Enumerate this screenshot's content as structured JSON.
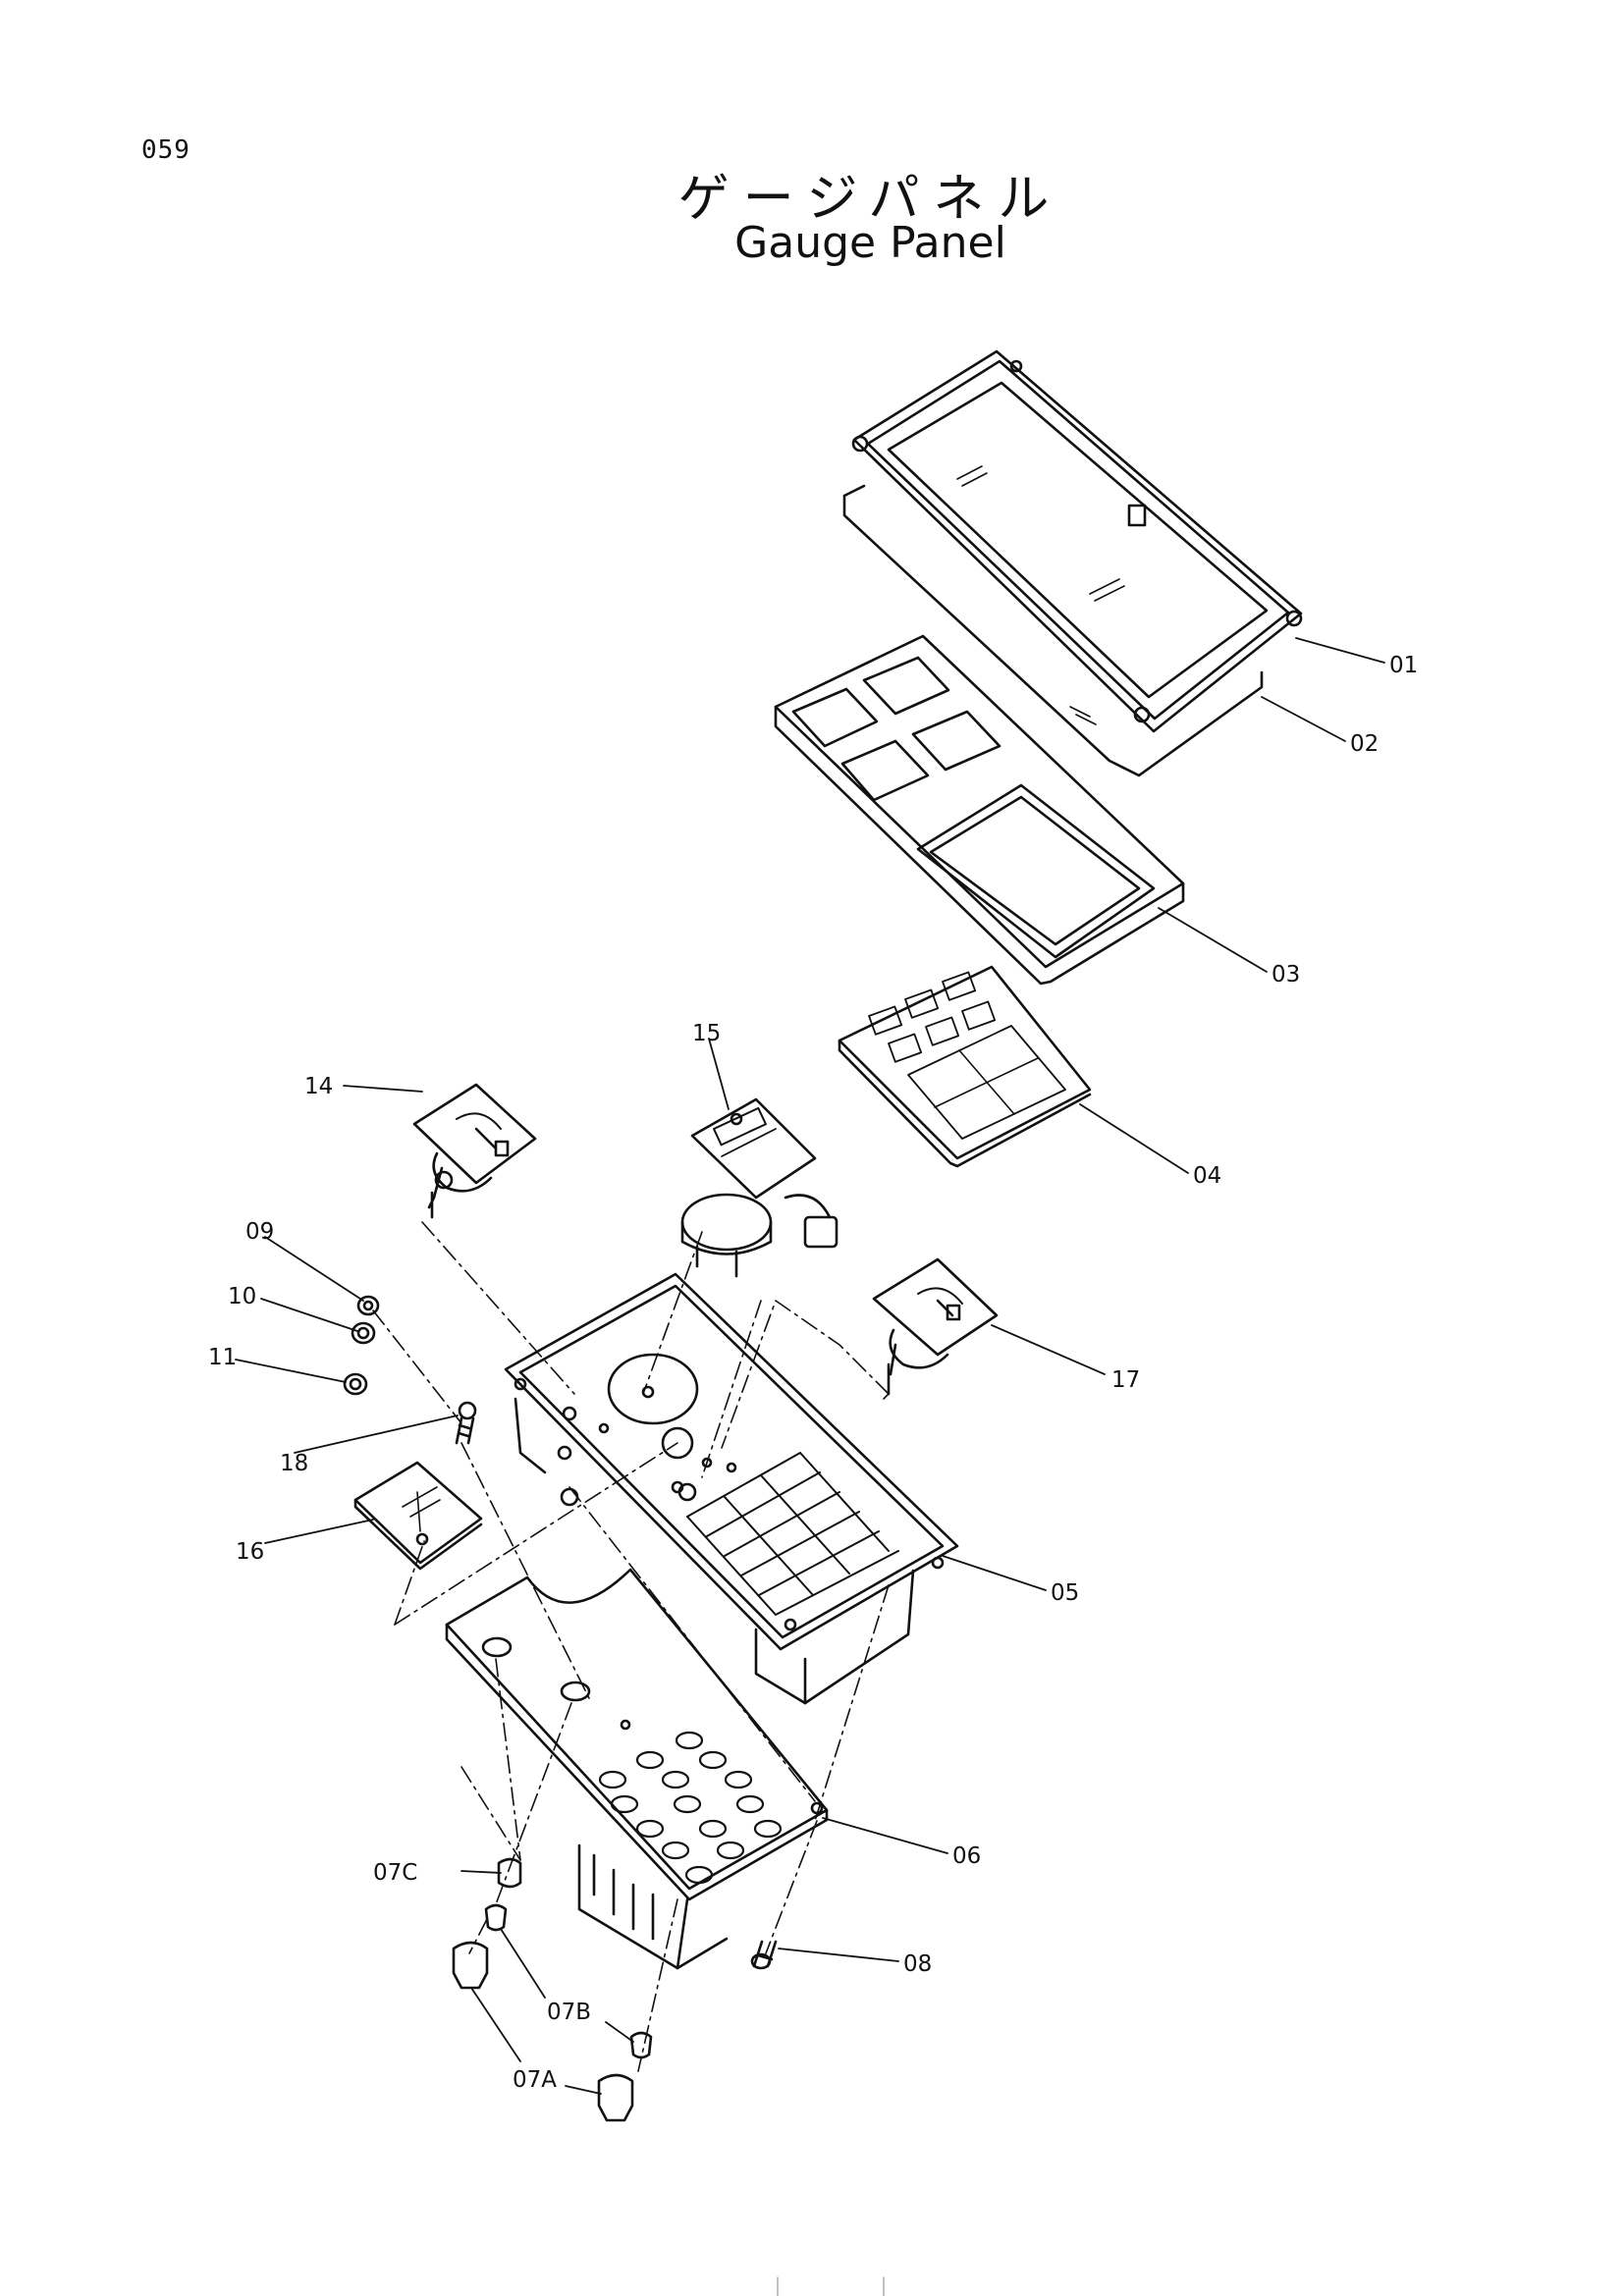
{
  "page_number": "059",
  "title_jp": "ゲージパネル",
  "title_en": "Gauge Panel",
  "labels": {
    "p01": "01",
    "p02": "02",
    "p03": "03",
    "p04": "04",
    "p05": "05",
    "p06": "06",
    "p07a": "07A",
    "p07b": "07B",
    "p07c": "07C",
    "p08": "08",
    "p09": "09",
    "p10": "10",
    "p11": "11",
    "p14": "14",
    "p15": "15",
    "p16": "16",
    "p17": "17",
    "p18": "18"
  }
}
